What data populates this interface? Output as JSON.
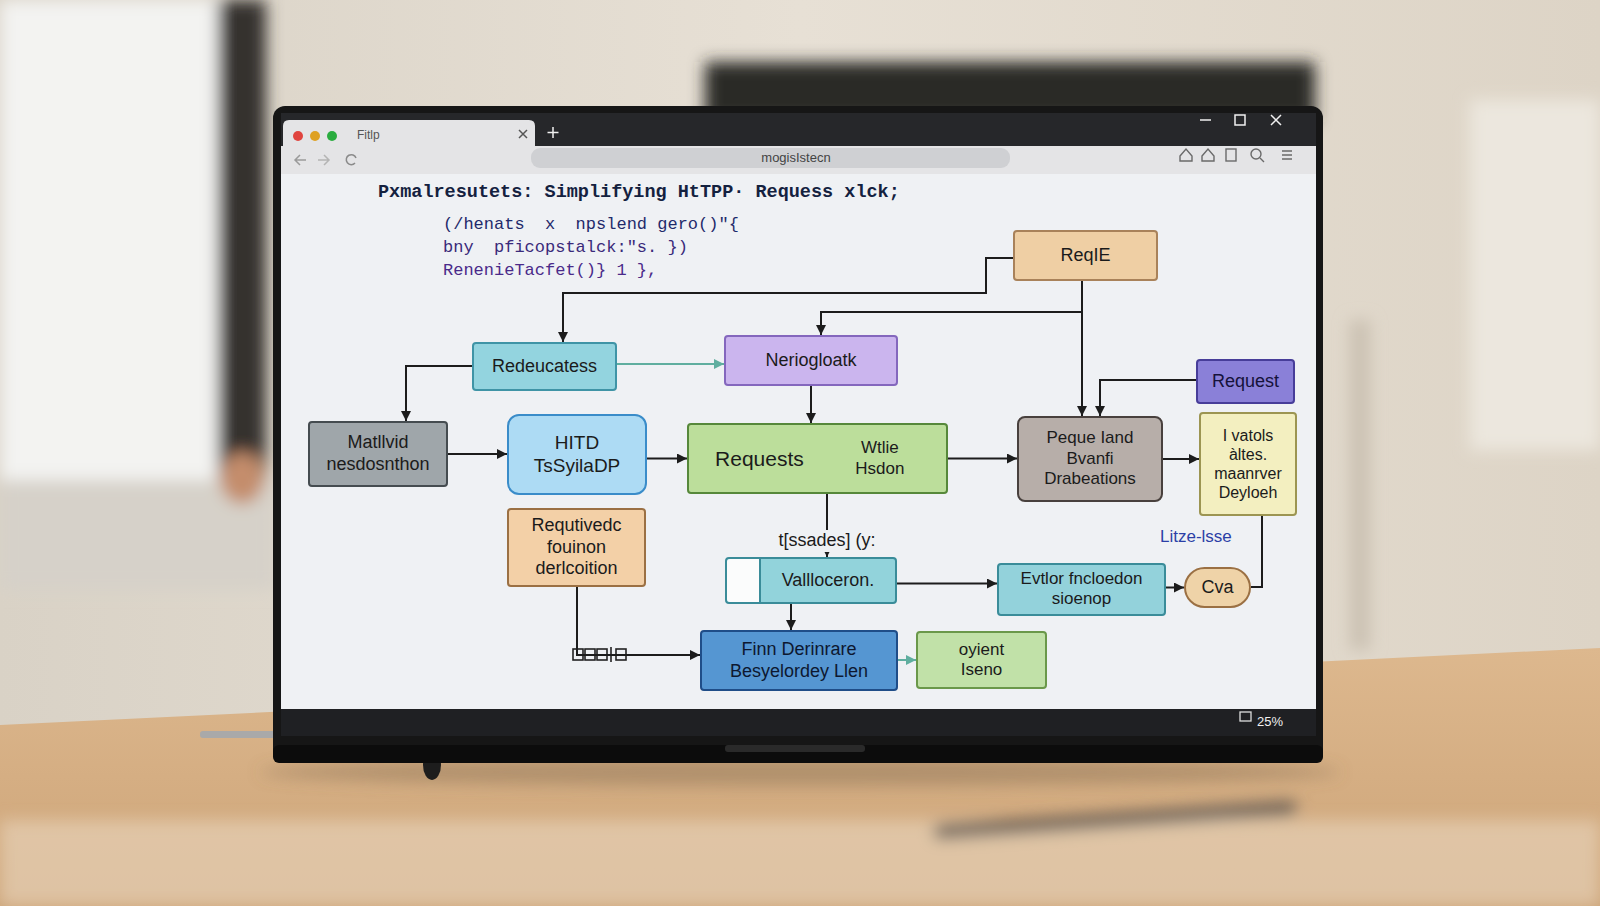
{
  "diagram": {
    "title": "Pxmalresutets: Simplifying HtTPP· Requess xlck;",
    "nodes": [
      {
        "text": [
          "ReqIE"
        ]
      },
      {
        "text": [
          "Redeucatess"
        ]
      },
      {
        "text": [
          "Neriogloatk"
        ]
      },
      {
        "text": [
          "Request"
        ]
      },
      {
        "text": [
          "Matllvid nesdosnthon"
        ]
      },
      {
        "text": [
          "HITD TsSyilaDP"
        ]
      },
      {
        "text": [
          "Requests",
          "Wtlie Hsdon"
        ]
      },
      {
        "text": [
          "Peque Iand Bvanfi Drabeations"
        ]
      },
      {
        "text": [
          "I vatols àltes. maanrver Deyloeh"
        ]
      },
      {
        "text": [
          "Requtivedc fouinon derlcoition"
        ]
      },
      {
        "text": [
          "Vallloceron."
        ]
      },
      {
        "text": [
          "Evtlor fncloedon sioenop"
        ]
      },
      {
        "text": [
          "Cva"
        ]
      },
      {
        "text": [
          "Finn Derinrare Besyelordey Llen"
        ]
      },
      {
        "text": [
          "oyient Iseno"
        ]
      }
    ],
    "edges": [
      {
        "from": 0,
        "to": 1,
        "arrow": "to"
      },
      {
        "from": 0,
        "to": 2,
        "arrow": "to"
      },
      {
        "from": 0,
        "to": 7,
        "arrow": "to"
      },
      {
        "from": 1,
        "to": 2,
        "arrow": "to"
      },
      {
        "from": 1,
        "to": 4,
        "arrow": "to"
      },
      {
        "from": 2,
        "to": 6,
        "arrow": "to"
      },
      {
        "from": 3,
        "to": 7,
        "arrow": "to"
      },
      {
        "from": 4,
        "to": 5,
        "arrow": "to"
      },
      {
        "from": 5,
        "to": 6,
        "arrow": "to"
      },
      {
        "from": 6,
        "to": 7,
        "arrow": "to"
      },
      {
        "from": 7,
        "to": 8,
        "arrow": "to"
      },
      {
        "from": 6,
        "to": 10,
        "arrow": "to",
        "label": "t[ssades] (y:"
      },
      {
        "from": 10,
        "to": 11,
        "arrow": "to"
      },
      {
        "from": 11,
        "to": 12,
        "arrow": "to"
      },
      {
        "from": 8,
        "to": 12,
        "arrow": "none"
      },
      {
        "from": 10,
        "to": 13,
        "arrow": "to"
      },
      {
        "from": 9,
        "to": 13,
        "arrow": "to"
      },
      {
        "from": 13,
        "to": 14,
        "arrow": "to"
      }
    ],
    "labels": [
      "Fitlp",
      "mogisIstecn",
      "(/henats  x  npslend gero()\"{",
      "bny  pficopstalck:\"s. })",
      "RenenieTacfet()} 1 },",
      "Litze-lsse",
      "25%"
    ]
  }
}
